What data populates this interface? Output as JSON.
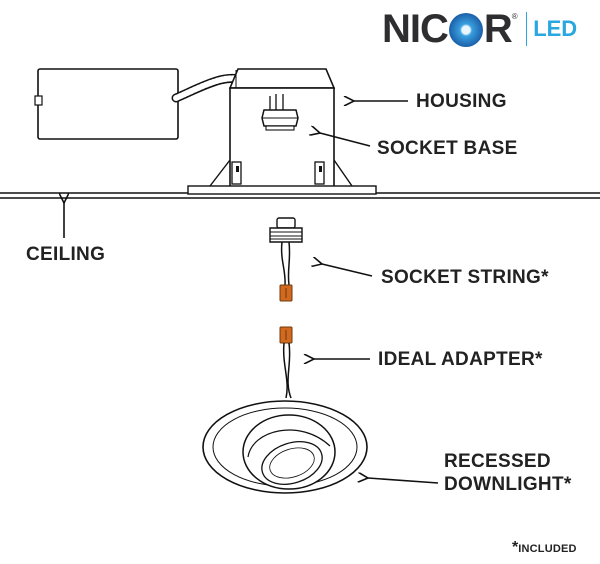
{
  "brand": {
    "name_left": "NIC",
    "name_right": "R",
    "registered": "®",
    "suffix": "LED",
    "accent_color": "#2aa7e0",
    "text_color": "#2e2e30"
  },
  "labels": {
    "housing": "HOUSING",
    "socket_base": "SOCKET BASE",
    "ceiling": "CEILING",
    "socket_string": "SOCKET STRING*",
    "ideal_adapter": "IDEAL ADAPTER*",
    "recessed_line1": "RECESSED",
    "recessed_line2": "DOWNLIGHT*"
  },
  "footnote": {
    "star": "*",
    "text": "INCLUDED"
  },
  "connector_color": "#d2691e"
}
